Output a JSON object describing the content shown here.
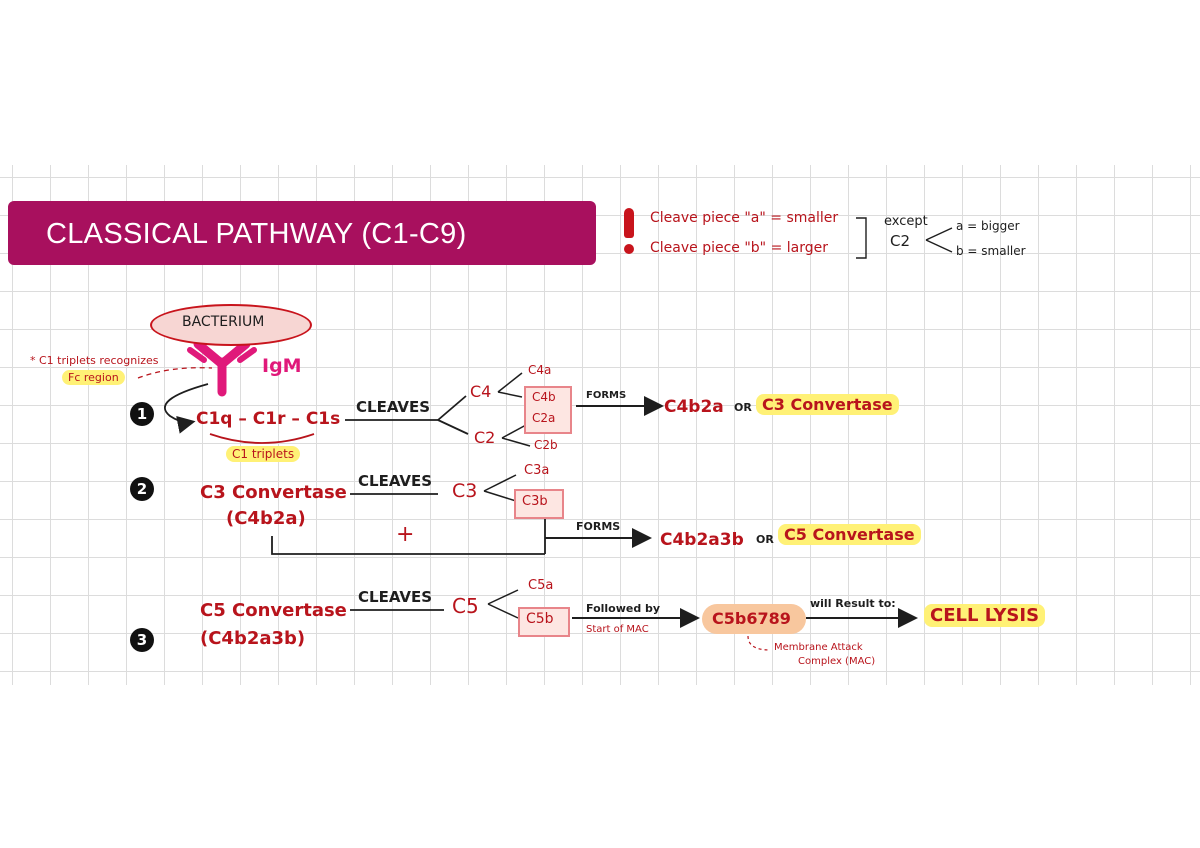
{
  "title": "CLASSICAL PATHWAY (C1-C9)",
  "note": {
    "line1": "Cleave piece \"a\" = smaller",
    "line2": "Cleave piece \"b\" = larger",
    "except_label": "except",
    "except_term": "C2",
    "except_a": "a = bigger",
    "except_b": "b = smaller"
  },
  "bacterium": "BACTERIUM",
  "igm": "IgM",
  "annotation": {
    "line1": "* C1 triplets recognizes",
    "line2": "Fc region"
  },
  "steps": [
    "1",
    "2",
    "3"
  ],
  "step1": {
    "complex": "C1q – C1r – C1s",
    "triplets": "C1 triplets",
    "cleaves": "CLEAVES",
    "c4": "C4",
    "c4a": "C4a",
    "c4b": "C4b",
    "c2": "C2",
    "c2a": "C2a",
    "c2b": "C2b",
    "forms": "FORMS",
    "product": "C4b2a",
    "or": "OR",
    "convertase": "C3 Convertase"
  },
  "step2": {
    "enzyme": "C3 Convertase",
    "enzyme_sub": "(C4b2a)",
    "cleaves": "CLEAVES",
    "c3": "C3",
    "c3a": "C3a",
    "c3b": "C3b",
    "plus": "+",
    "forms": "FORMS",
    "product": "C4b2a3b",
    "or": "OR",
    "convertase": "C5 Convertase"
  },
  "step3": {
    "enzyme": "C5 Convertase",
    "enzyme_sub": "(C4b2a3b)",
    "cleaves": "CLEAVES",
    "c5": "C5",
    "c5a": "C5a",
    "c5b": "C5b",
    "followed": "Followed by",
    "start_mac": "Start of MAC",
    "mac": "C5b6789",
    "result": "will Result to:",
    "lysis": "CELL LYSIS",
    "mac_note1": "Membrane Attack",
    "mac_note2": "Complex (MAC)"
  }
}
